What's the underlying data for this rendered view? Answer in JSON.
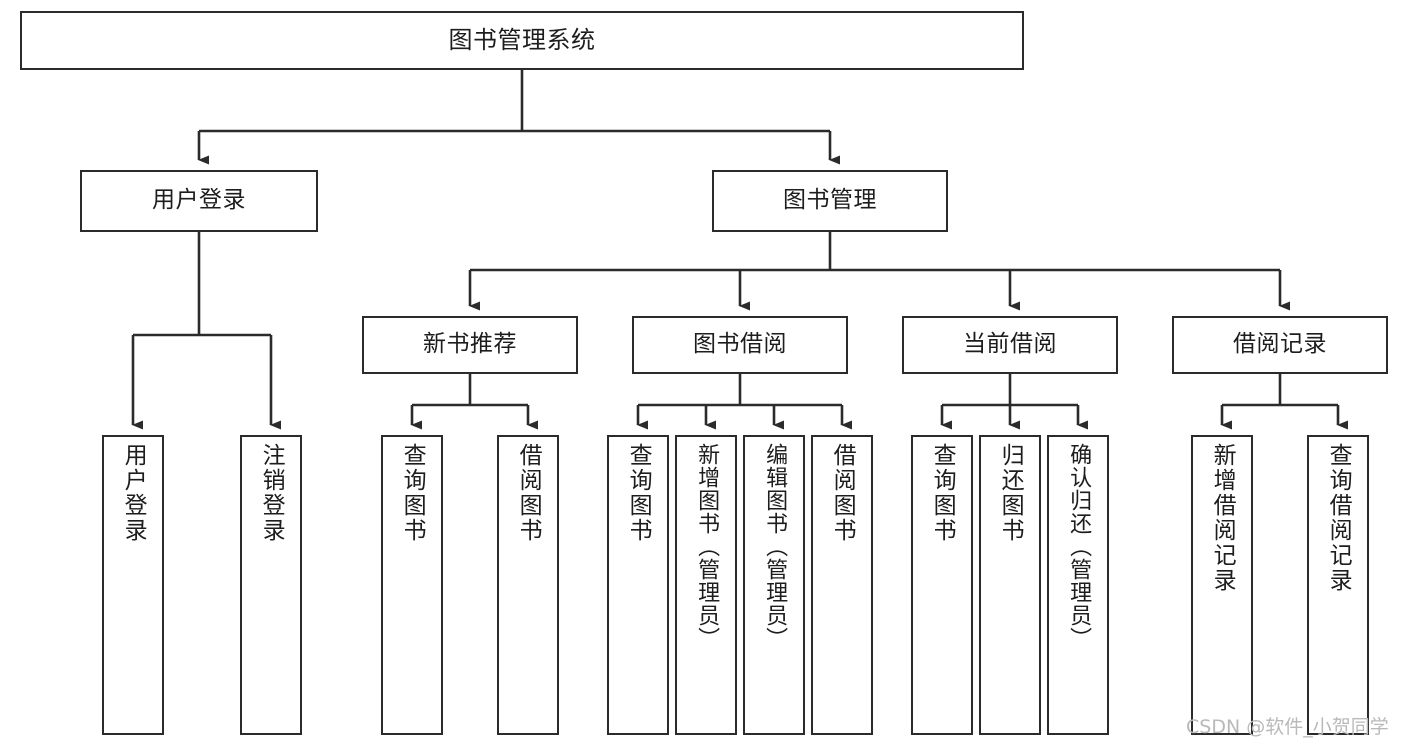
{
  "diagram": {
    "title": "图书管理系统",
    "type": "tree-hierarchy",
    "watermark": "CSDN @软件_小贺同学",
    "colors": {
      "stroke": "#2b2b2b",
      "fill": "#ffffff",
      "text": "#1d1d1d",
      "watermark": "#b9b9b9",
      "background": "#ffffff"
    },
    "nodes": {
      "root": {
        "label": "图书管理系统"
      },
      "level2": [
        {
          "id": "user-login",
          "label": "用户登录"
        },
        {
          "id": "book-manage",
          "label": "图书管理"
        }
      ],
      "level3": [
        {
          "id": "new-book-recommend",
          "label": "新书推荐"
        },
        {
          "id": "book-borrow",
          "label": "图书借阅"
        },
        {
          "id": "current-borrow",
          "label": "当前借阅"
        },
        {
          "id": "borrow-record",
          "label": "借阅记录"
        }
      ],
      "leaves": {
        "user_login": [
          {
            "id": "leaf-user-login",
            "label": "用户登录"
          },
          {
            "id": "leaf-user-logout",
            "label": "注销登录"
          }
        ],
        "new_book_recommend": [
          {
            "id": "leaf-query-book-1",
            "label": "查询图书"
          },
          {
            "id": "leaf-borrow-book-1",
            "label": "借阅图书"
          }
        ],
        "book_borrow": [
          {
            "id": "leaf-query-book-2",
            "label": "查询图书"
          },
          {
            "id": "leaf-add-book",
            "label": "新增图书（管理员）"
          },
          {
            "id": "leaf-edit-book",
            "label": "编辑图书（管理员）"
          },
          {
            "id": "leaf-borrow-book-2",
            "label": "借阅图书"
          }
        ],
        "current_borrow": [
          {
            "id": "leaf-query-book-3",
            "label": "查询图书"
          },
          {
            "id": "leaf-return-book",
            "label": "归还图书"
          },
          {
            "id": "leaf-confirm-return",
            "label": "确认归还（管理员）"
          }
        ],
        "borrow_record": [
          {
            "id": "leaf-add-record",
            "label": "新增借阅记录"
          },
          {
            "id": "leaf-query-record",
            "label": "查询借阅记录"
          }
        ]
      }
    }
  }
}
